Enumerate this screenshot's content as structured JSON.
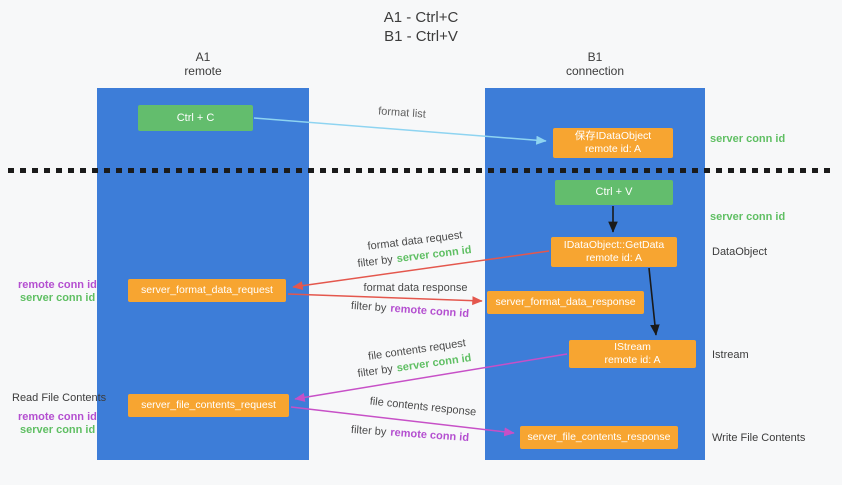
{
  "title": {
    "line1": "A1 - Ctrl+C",
    "line2": "B1 - Ctrl+V"
  },
  "lanes": {
    "a": {
      "name": "A1",
      "type": "remote"
    },
    "b": {
      "name": "B1",
      "type": "connection"
    }
  },
  "nodes": {
    "ctrl_c": {
      "label": "Ctrl + C"
    },
    "ctrl_v": {
      "label": "Ctrl + V"
    },
    "save_dataobject": {
      "line1": "保存IDataObject",
      "line2": "remote id: A"
    },
    "getdata": {
      "line1": "IDataObject::GetData",
      "line2": "remote id: A"
    },
    "istream": {
      "line1": "IStream",
      "line2": "remote id: A"
    },
    "format_request": {
      "label": "server_format_data_request"
    },
    "format_response": {
      "label": "server_format_data_response"
    },
    "file_request": {
      "label": "server_file_contents_request"
    },
    "file_response": {
      "label": "server_file_contents_response"
    }
  },
  "arrow_labels": {
    "format_list": "format list",
    "format_data_request": "format data request",
    "format_data_response": "format data response",
    "file_contents_request": "file contents request",
    "file_contents_response": "file contents response",
    "filter_by": "filter by",
    "server_conn_id": "server conn id",
    "remote_conn_id": "remote conn id"
  },
  "side_labels": {
    "right_server_conn_id_1": "server conn id",
    "right_server_conn_id_2": "server conn id",
    "dataobject": "DataObject",
    "istream": "Istream",
    "write_file_contents": "Write File Contents",
    "read_file_contents": "Read File Contents",
    "left_remote_conn_id_1": "remote conn id",
    "left_server_conn_id_1": "server conn id",
    "left_remote_conn_id_2": "remote conn id",
    "left_server_conn_id_2": "server conn id"
  },
  "colors": {
    "lane_blue": "#3d7dd8",
    "box_green": "#63bd6d",
    "box_orange": "#f7a531",
    "text_green": "#5fbf63",
    "text_purple": "#b44fd0",
    "arrow_red": "#e4574d",
    "arrow_magenta": "#c750c7",
    "arrow_light_blue": "#8ed4f1",
    "arrow_black": "#1a1a1a"
  }
}
